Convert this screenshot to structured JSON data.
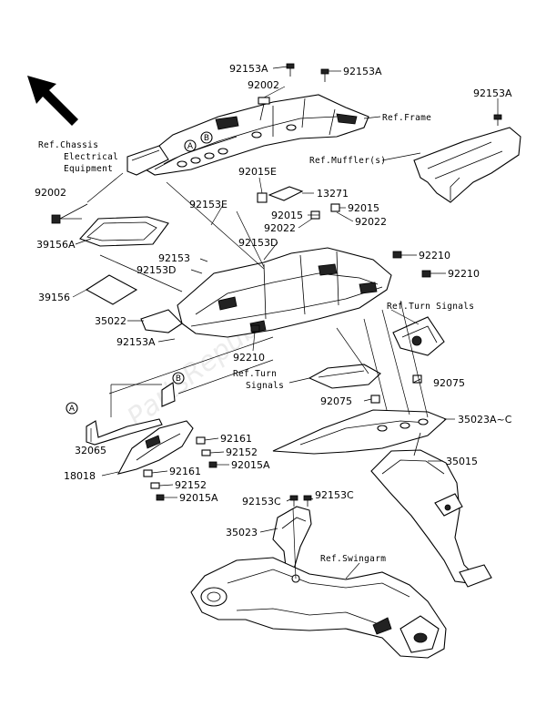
{
  "watermark": "PartsRepublik",
  "circle_markers": [
    "A",
    "B"
  ],
  "parts": {
    "p92153A_top": "92153A",
    "p92153A_top2": "92153A",
    "p92002_top": "92002",
    "ref_frame": "Ref.Frame",
    "p92153A_right": "92153A",
    "ref_chassis_1": "Ref.Chassis",
    "ref_chassis_2": "Electrical",
    "ref_chassis_3": "Equipment",
    "ref_muffler": "Ref.Muffler(s)",
    "p92002_left": "92002",
    "p92015E": "92015E",
    "p13271": "13271",
    "p92153E": "92153E",
    "p92015_a": "92015",
    "p92015_b": "92015",
    "p92022_a": "92022",
    "p92022_b": "92022",
    "p39156A": "39156A",
    "p92153D_mid": "92153D",
    "p92210_a": "92210",
    "p92153": "92153",
    "p92153D_left": "92153D",
    "p92210_b": "92210",
    "p39156": "39156",
    "ref_turn_signals_r": "Ref.Turn Signals",
    "p35022": "35022",
    "p92153A_left": "92153A",
    "p92210_c": "92210",
    "ref_turn_signals_c1": "Ref.Turn",
    "ref_turn_signals_c2": "Signals",
    "p92075_r": "92075",
    "p92075_c": "92075",
    "p35023A_C": "35023A~C",
    "p32065": "32065",
    "p92161_a": "92161",
    "p92152_a": "92152",
    "p92015A_a": "92015A",
    "p35015": "35015",
    "p18018": "18018",
    "p92161_b": "92161",
    "p92152_b": "92152",
    "p92015A_b": "92015A",
    "p92153C_a": "92153C",
    "p92153C_b": "92153C",
    "p35023": "35023",
    "ref_swingarm": "Ref.Swingarm"
  }
}
